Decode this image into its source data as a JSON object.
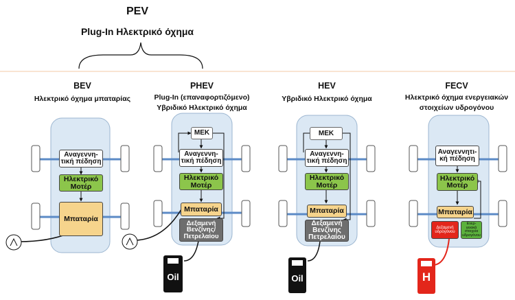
{
  "header": {
    "title": "PEV",
    "subtitle": "Plug-In Ηλεκτρικό όχημα"
  },
  "columns": [
    {
      "id": "bev",
      "title": "BEV",
      "desc1": "Ηλεκτρικό όχημα μπαταρίας",
      "desc2": ""
    },
    {
      "id": "phev",
      "title": "PHEV",
      "desc1": "Plug-In (επαναφορτιζόμενο)",
      "desc2": "Υβριδικό Ηλεκτρικό όχημα"
    },
    {
      "id": "hev",
      "title": "HEV",
      "desc1": "Υβριδικό Ηλεκτρικό όχημα",
      "desc2": ""
    },
    {
      "id": "fecv",
      "title": "FECV",
      "desc1": "Ηλεκτρικό όχημα ενεργειακών",
      "desc2": "στοιχείων υδρογόνου"
    }
  ],
  "labels": {
    "mek": "ΜΕΚ",
    "regen_a1": "Αναγεννη-",
    "regen_a2": "τική πέδηση",
    "regen_b1": "Αναγεννητι-",
    "regen_b2": "κή πέδηση",
    "motor1": "Ηλεκτρικό",
    "motor2": "Μοτέρ",
    "battery": "Μπαταρία",
    "tank1": "Δεξαμενή",
    "tank2": "Βενζίνης/",
    "tank3": "Πετρελαίου",
    "tank_hev2": "Βενζίνης",
    "h2tank1": "Δεξαμενή",
    "h2tank2": "υδρογόνου",
    "fcell1": "Ενερ-",
    "fcell2": "γειακά",
    "fcell3": "στοιχεία",
    "fcell4": "υδρογόνου",
    "oil": "Oil",
    "hydrogen": "H"
  },
  "colors": {
    "car_body": "#dbe8f4",
    "axle": "#5b8ac6",
    "motor": "#8cc54b",
    "battery": "#f6d48c",
    "tank": "#6e6e6e",
    "h2": "#e3261b",
    "fuel_cell": "#5bb13c",
    "divider": "#f3c9a5"
  }
}
